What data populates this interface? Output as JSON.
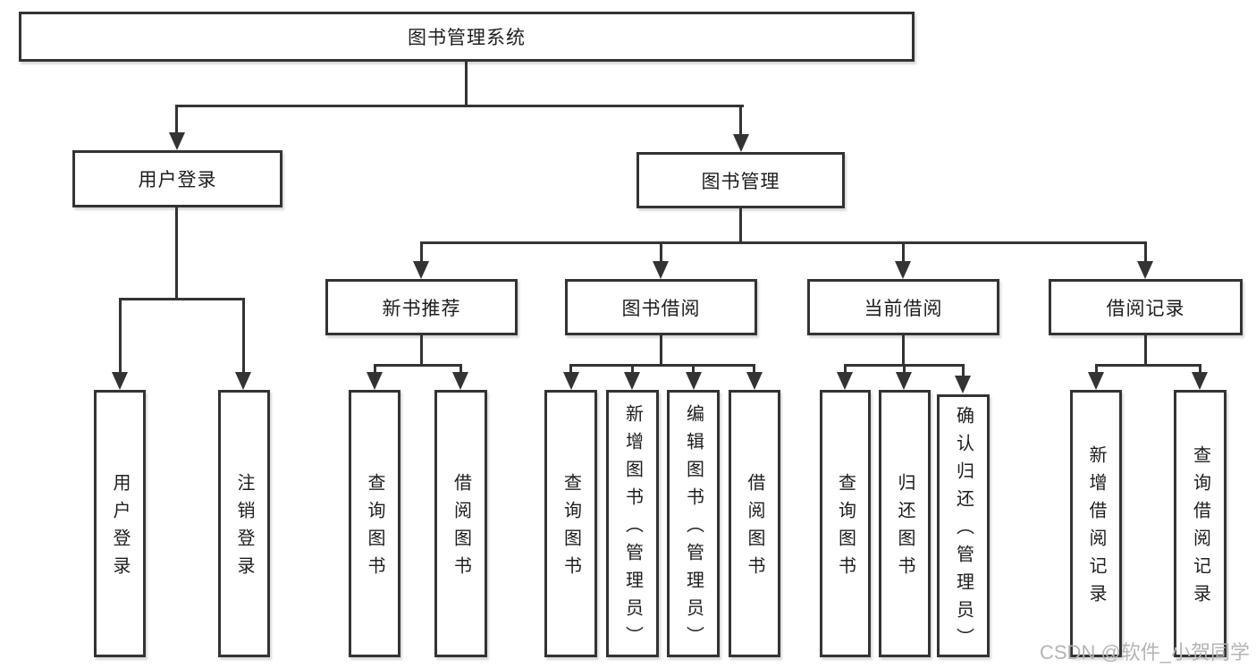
{
  "tree": {
    "root": {
      "label": "图书管理系统",
      "children": [
        {
          "label": "用户登录",
          "children": [
            {
              "label": "用户登录"
            },
            {
              "label": "注销登录"
            }
          ]
        },
        {
          "label": "图书管理",
          "children": [
            {
              "label": "新书推荐",
              "children": [
                {
                  "label": "查询图书"
                },
                {
                  "label": "借阅图书"
                }
              ]
            },
            {
              "label": "图书借阅",
              "children": [
                {
                  "label": "查询图书"
                },
                {
                  "label": "新增图书（管理员）"
                },
                {
                  "label": "编辑图书（管理员）"
                },
                {
                  "label": "借阅图书"
                }
              ]
            },
            {
              "label": "当前借阅",
              "children": [
                {
                  "label": "查询图书"
                },
                {
                  "label": "归还图书"
                },
                {
                  "label": "确认归还（管理员）"
                }
              ]
            },
            {
              "label": "借阅记录",
              "children": [
                {
                  "label": "新增借阅记录"
                },
                {
                  "label": "查询借阅记录"
                }
              ]
            }
          ]
        }
      ]
    }
  },
  "watermark": "CSDN @软件_小贺同学",
  "colors": {
    "line": "#333333",
    "text": "#1d1d1f",
    "watermark": "#b4b4b4",
    "background": "#ffffff"
  }
}
